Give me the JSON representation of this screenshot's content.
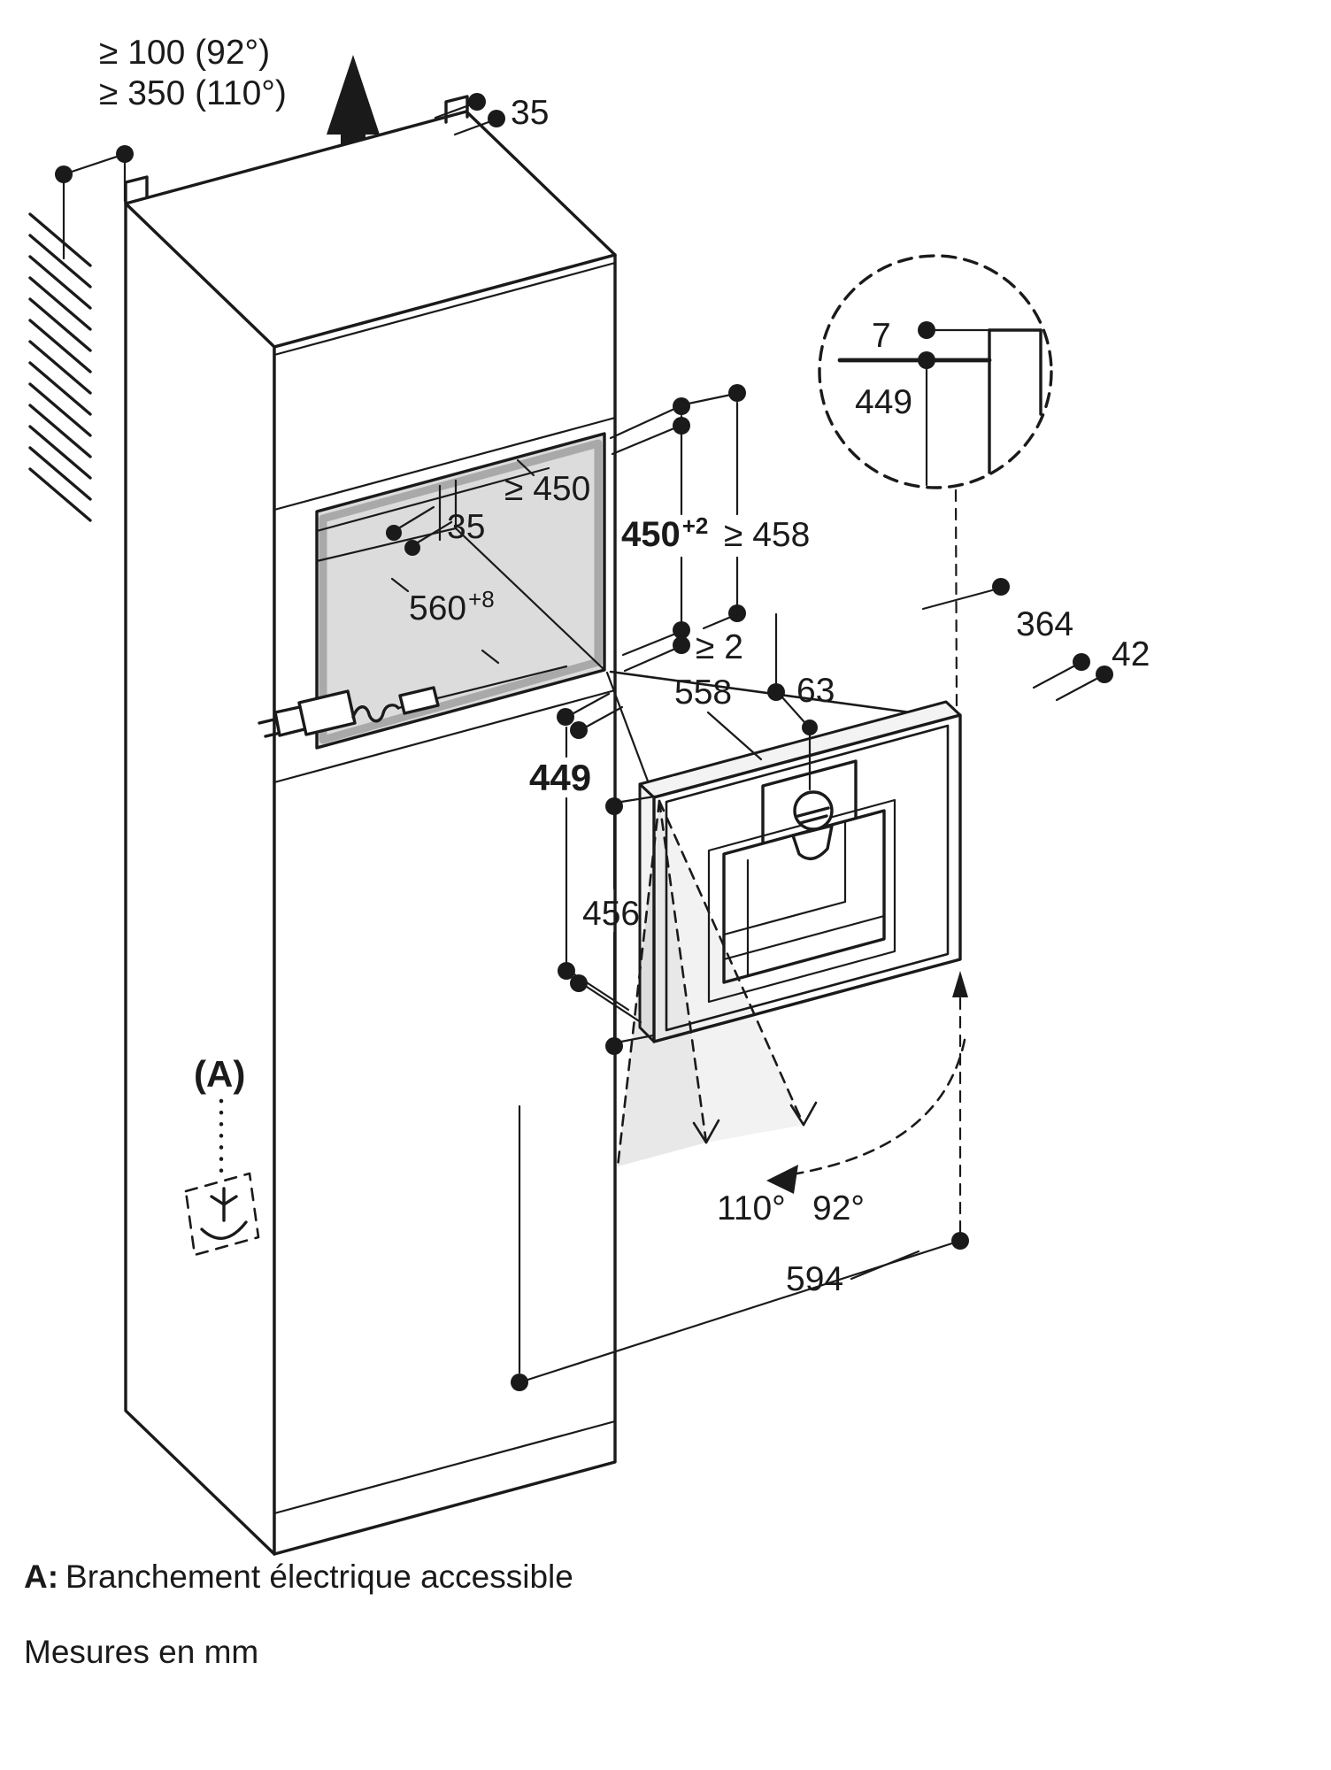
{
  "colors": {
    "ink": "#1a1a1a",
    "niche_fill": "#dcdcdc",
    "niche_rim": "#a9a9a9",
    "paper": "#ffffff"
  },
  "clearances": {
    "line1": "≥ 100 (92°)",
    "line2": "≥ 350 (110°)"
  },
  "top_vent": {
    "width": "35"
  },
  "detail": {
    "front_offset": "7",
    "height": "449"
  },
  "niche": {
    "depth_min": "≥ 450",
    "top_clearance": "35",
    "width": "560",
    "width_tol": "+8",
    "height": "450",
    "height_tol": "+2",
    "height_min": "≥ 458",
    "bottom_gap": "≥ 2"
  },
  "appliance": {
    "width": "558",
    "knob_offset": "63",
    "depth": "364",
    "rear_gap": "42",
    "front_height": "449",
    "height": "456",
    "door_width": "594"
  },
  "door": {
    "angle_max": "110°",
    "angle_min": "92°"
  },
  "power": {
    "marker": "(A)"
  },
  "footer": {
    "marker_prefix": "A:",
    "marker_text": "Branchement électrique accessible",
    "units": "Mesures en mm"
  }
}
